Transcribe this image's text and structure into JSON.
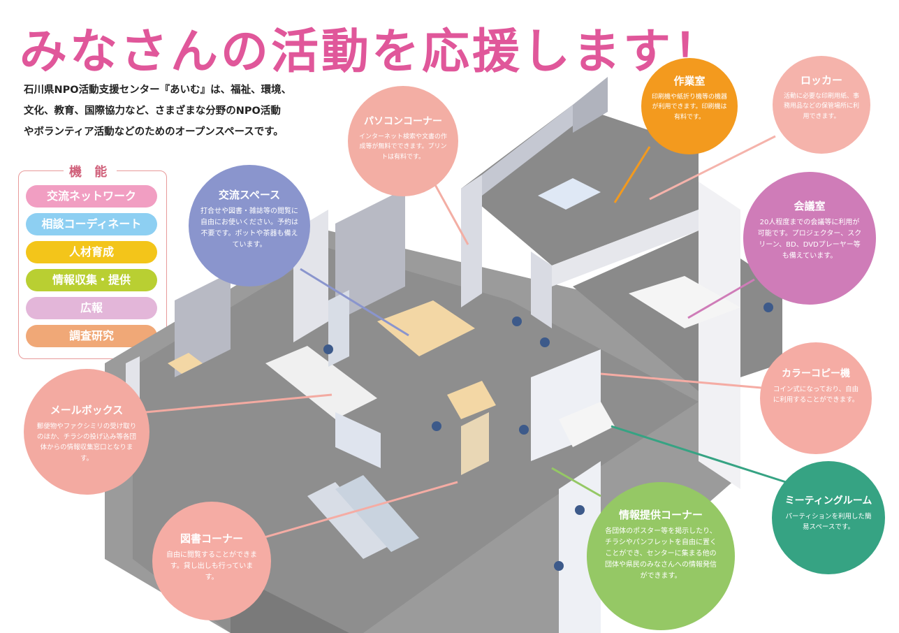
{
  "title": "みなさんの活動を応援します！",
  "intro": [
    "石川県NPO活動支援センター『あいむ』は、福祉、環境、",
    "文化、教育、国際協力など、さまざまな分野のNPO活動",
    "やボランティア活動などのためのオープンスペースです。"
  ],
  "functions": {
    "heading": "機 能",
    "items": [
      {
        "label": "交流ネットワーク",
        "color": "#f19ec2"
      },
      {
        "label": "相談コーディネート",
        "color": "#8dcff2"
      },
      {
        "label": "人材育成",
        "color": "#f3c51a"
      },
      {
        "label": "情報収集・提供",
        "color": "#b9cf32"
      },
      {
        "label": "広報",
        "color": "#e3b6d9"
      },
      {
        "label": "調査研究",
        "color": "#f0a877"
      }
    ]
  },
  "bubbles": [
    {
      "id": "pc-corner",
      "name": "パソコンコーナー",
      "desc": "インターネット検索や文書の作成等が無料でできます。プリントは有料です。",
      "color": "#f3aea4"
    },
    {
      "id": "workroom",
      "name": "作業室",
      "desc": "印刷機や紙折り機等の機器が利用できます。印刷機は有料です。",
      "color": "#f39a1e"
    },
    {
      "id": "locker",
      "name": "ロッカー",
      "desc": "活動に必要な印刷用紙、事務用品などの保管場所に利用できます。",
      "color": "#f5b3ab"
    },
    {
      "id": "exchange-space",
      "name": "交流スペース",
      "desc": "打合せや図書・雑誌等の閲覧に自由にお使いください。予約は不要です。ポットや茶器も備えています。",
      "color": "#8a95cd"
    },
    {
      "id": "meeting-room",
      "name": "会議室",
      "desc": "20人程度までの会議等に利用が可能です。プロジェクター、スクリーン、BD、DVDプレーヤー等も備えています。",
      "color": "#cf7cb8"
    },
    {
      "id": "mailbox",
      "name": "メールボックス",
      "desc": "郵便物やファクシミリの受け取りのほか、チラシの投げ込み等各団体からの情報収集窓口となります。",
      "color": "#f3aaa1"
    },
    {
      "id": "color-copier",
      "name": "カラーコピー機",
      "desc": "コイン式になっており、自由に利用することができます。",
      "color": "#f5aca4"
    },
    {
      "id": "library",
      "name": "図書コーナー",
      "desc": "自由に閲覧することができます。貸し出しも行っています。",
      "color": "#f5aca4"
    },
    {
      "id": "info-corner",
      "name": "情報提供コーナー",
      "desc": "各団体のポスター等を掲示したり、チラシやパンフレットを自由に置くことができ、センターに集まる他の団体や県民のみなさんへの情報発信ができます。",
      "color": "#95c865"
    },
    {
      "id": "meeting-booth",
      "name": "ミーティングルーム",
      "desc": "パーティションを利用した簡易スペースです。",
      "color": "#36a383"
    }
  ]
}
